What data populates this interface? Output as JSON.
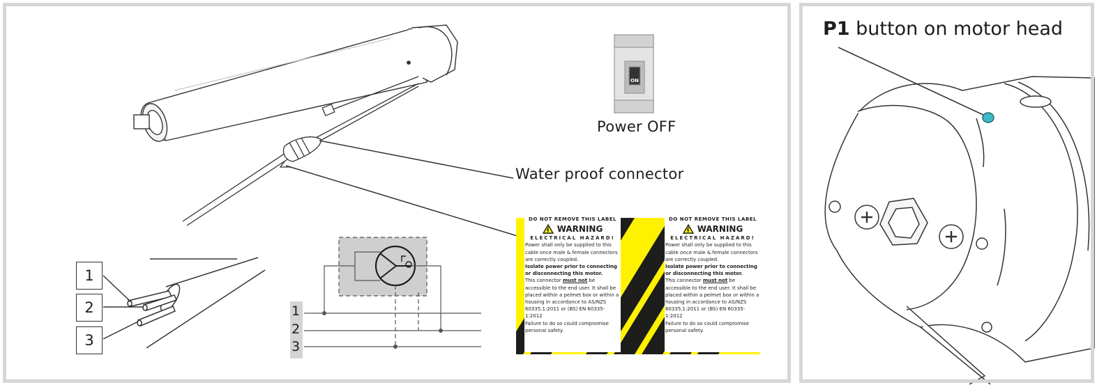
{
  "left": {
    "power_caption": "Power OFF",
    "switch_mark": "ON",
    "connector_caption": "Water proof connector",
    "wire_numbers": [
      "1",
      "2",
      "3"
    ],
    "schematic_numbers": [
      "1",
      "2",
      "3"
    ]
  },
  "warning_label": {
    "line1": "DO NOT REMOVE THIS LABEL",
    "title": "WARNING",
    "hazard": "ELECTRICAL HAZARD!",
    "p1": "Power shall only be supplied to this cable once male & female connectors are correctly coupled.",
    "p2_bold": "Isolate power prior to connecting or disconnecting this motor.",
    "p3_a": "This connector ",
    "p3_must": "must not",
    "p3_b": " be accessible to the end user. It shall be placed within a pelmet box or within a housing in accordance to AS/NZS 60335.1:2011 or (BS) EN 60335-1:2012",
    "p4": "Failure to do so could compromise personal safety.",
    "colors": {
      "yellow": "#fff200",
      "black": "#1d1d1b"
    }
  },
  "right": {
    "title_bold": "P1",
    "title_rest": " button on motor head",
    "button_color": "#3fb9c7"
  }
}
